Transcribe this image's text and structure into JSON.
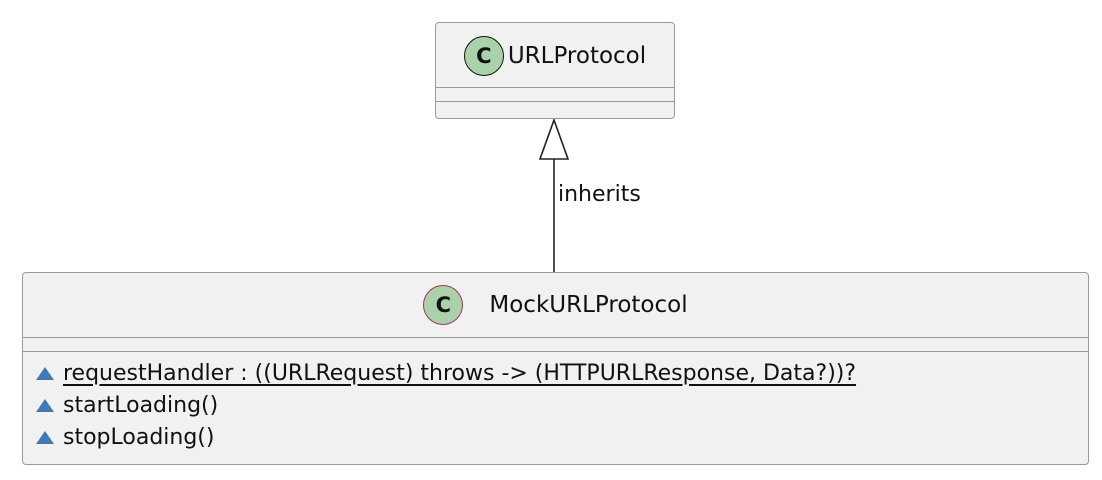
{
  "classes": {
    "parent": {
      "name": "URLProtocol",
      "stereotype_letter": "C"
    },
    "child": {
      "name": "MockURLProtocol",
      "stereotype_letter": "C",
      "members": [
        {
          "visibility": "package",
          "text": "requestHandler : ((URLRequest) throws -> (HTTPURLResponse, Data?))?",
          "static": true
        },
        {
          "visibility": "package",
          "text": "startLoading()",
          "static": false
        },
        {
          "visibility": "package",
          "text": "stopLoading()",
          "static": false
        }
      ]
    }
  },
  "relation": {
    "type": "inheritance",
    "label": "inherits"
  },
  "colors": {
    "box_fill": "#f1f1f1",
    "box_border": "#9a9a9a",
    "badge_fill": "#a9d2aa",
    "badge_border_parent": "#111111",
    "badge_border_child": "#a8325a",
    "visibility_icon": "#3d7ab8",
    "edge": "#222222"
  },
  "icons": {
    "class_badge": "class-c-icon",
    "visibility_package": "triangle-up-icon",
    "inheritance_arrow": "hollow-triangle-arrowhead"
  }
}
